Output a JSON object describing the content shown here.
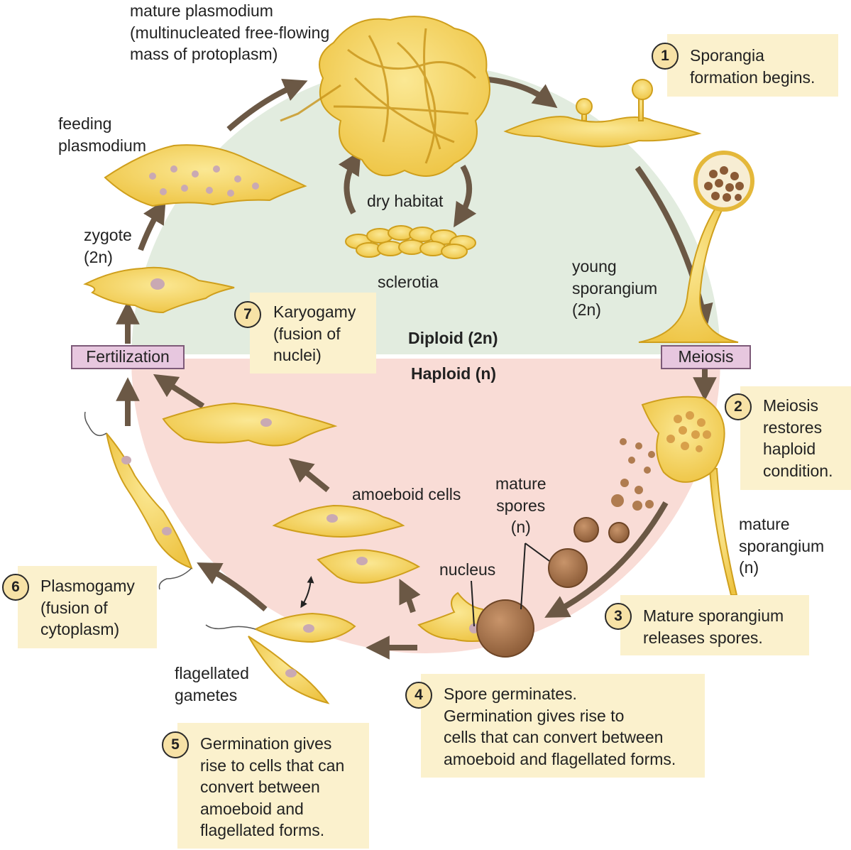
{
  "phases": {
    "diploid": "Diploid (2n)",
    "haploid": "Haploid (n)",
    "meiosis": "Meiosis",
    "fertilization": "Fertilization"
  },
  "labels": {
    "mature_plasmodium": "mature plasmodium\n(multinucleated free-flowing\nmass of protoplasm)",
    "feeding_plasmodium": "feeding\nplasmodium",
    "zygote": "zygote\n(2n)",
    "dry_habitat": "dry habitat",
    "sclerotia": "sclerotia",
    "young_sporangium": "young\nsporangium\n(2n)",
    "mature_sporangium": "mature\nsporangium\n(n)",
    "mature_spores": "mature\nspores\n(n)",
    "amoeboid_cells": "amoeboid cells",
    "nucleus": "nucleus",
    "flagellated_gametes": "flagellated\ngametes"
  },
  "steps": [
    {
      "num": "1",
      "text": "Sporangia\nformation begins."
    },
    {
      "num": "2",
      "text": "Meiosis\nrestores\nhaploid\ncondition."
    },
    {
      "num": "3",
      "text": "Mature sporangium\nreleases spores."
    },
    {
      "num": "4",
      "text": "Spore germinates.\nGermination gives rise to\ncells that can convert between\namoeboid and flagellated forms."
    },
    {
      "num": "5",
      "text": "Germination gives\nrise to cells that can\nconvert between\namoeboid and\nflagellated forms."
    },
    {
      "num": "6",
      "text": "Plasmogamy\n(fusion of\ncytoplasm)"
    },
    {
      "num": "7",
      "text": "Karyogamy\n(fusion of\nnuclei)"
    }
  ],
  "colors": {
    "diploid_zone": "#e2ecdf",
    "haploid_zone": "#f9dcd6",
    "cell_fill": "#f3d25e",
    "cell_stroke": "#cf9f1c",
    "nucleus": "#c9a9b3",
    "spore": "#a9774e",
    "arrow": "#6b5845",
    "step_box": "#fbf1cd",
    "phase_box": "#e7c7df"
  }
}
